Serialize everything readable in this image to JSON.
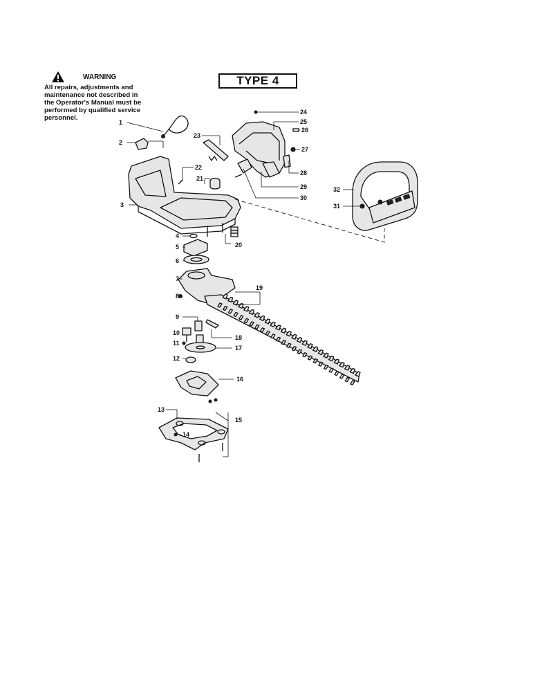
{
  "warning": {
    "title": "WARNING",
    "text": "All repairs, adjustments and maintenance not described in the Operator's Manual must be performed by qualified service personnel."
  },
  "type_label": "TYPE 4",
  "callouts": [
    {
      "id": "1",
      "label": "1"
    },
    {
      "id": "2",
      "label": "2"
    },
    {
      "id": "3",
      "label": "3"
    },
    {
      "id": "4",
      "label": "4"
    },
    {
      "id": "5",
      "label": "5"
    },
    {
      "id": "6",
      "label": "6"
    },
    {
      "id": "7",
      "label": "7"
    },
    {
      "id": "8",
      "label": "8"
    },
    {
      "id": "9",
      "label": "9"
    },
    {
      "id": "10",
      "label": "10"
    },
    {
      "id": "11",
      "label": "11"
    },
    {
      "id": "12",
      "label": "12"
    },
    {
      "id": "13",
      "label": "13"
    },
    {
      "id": "14",
      "label": "14"
    },
    {
      "id": "15",
      "label": "15"
    },
    {
      "id": "16",
      "label": "16"
    },
    {
      "id": "17",
      "label": "17"
    },
    {
      "id": "18",
      "label": "18"
    },
    {
      "id": "19",
      "label": "19"
    },
    {
      "id": "20",
      "label": "20"
    },
    {
      "id": "21",
      "label": "21"
    },
    {
      "id": "22",
      "label": "22"
    },
    {
      "id": "23",
      "label": "23"
    },
    {
      "id": "24",
      "label": "24"
    },
    {
      "id": "25",
      "label": "25"
    },
    {
      "id": "26",
      "label": "26"
    },
    {
      "id": "27",
      "label": "27"
    },
    {
      "id": "28",
      "label": "28"
    },
    {
      "id": "29",
      "label": "29"
    },
    {
      "id": "30",
      "label": "30"
    },
    {
      "id": "31",
      "label": "31"
    },
    {
      "id": "32",
      "label": "32"
    }
  ]
}
